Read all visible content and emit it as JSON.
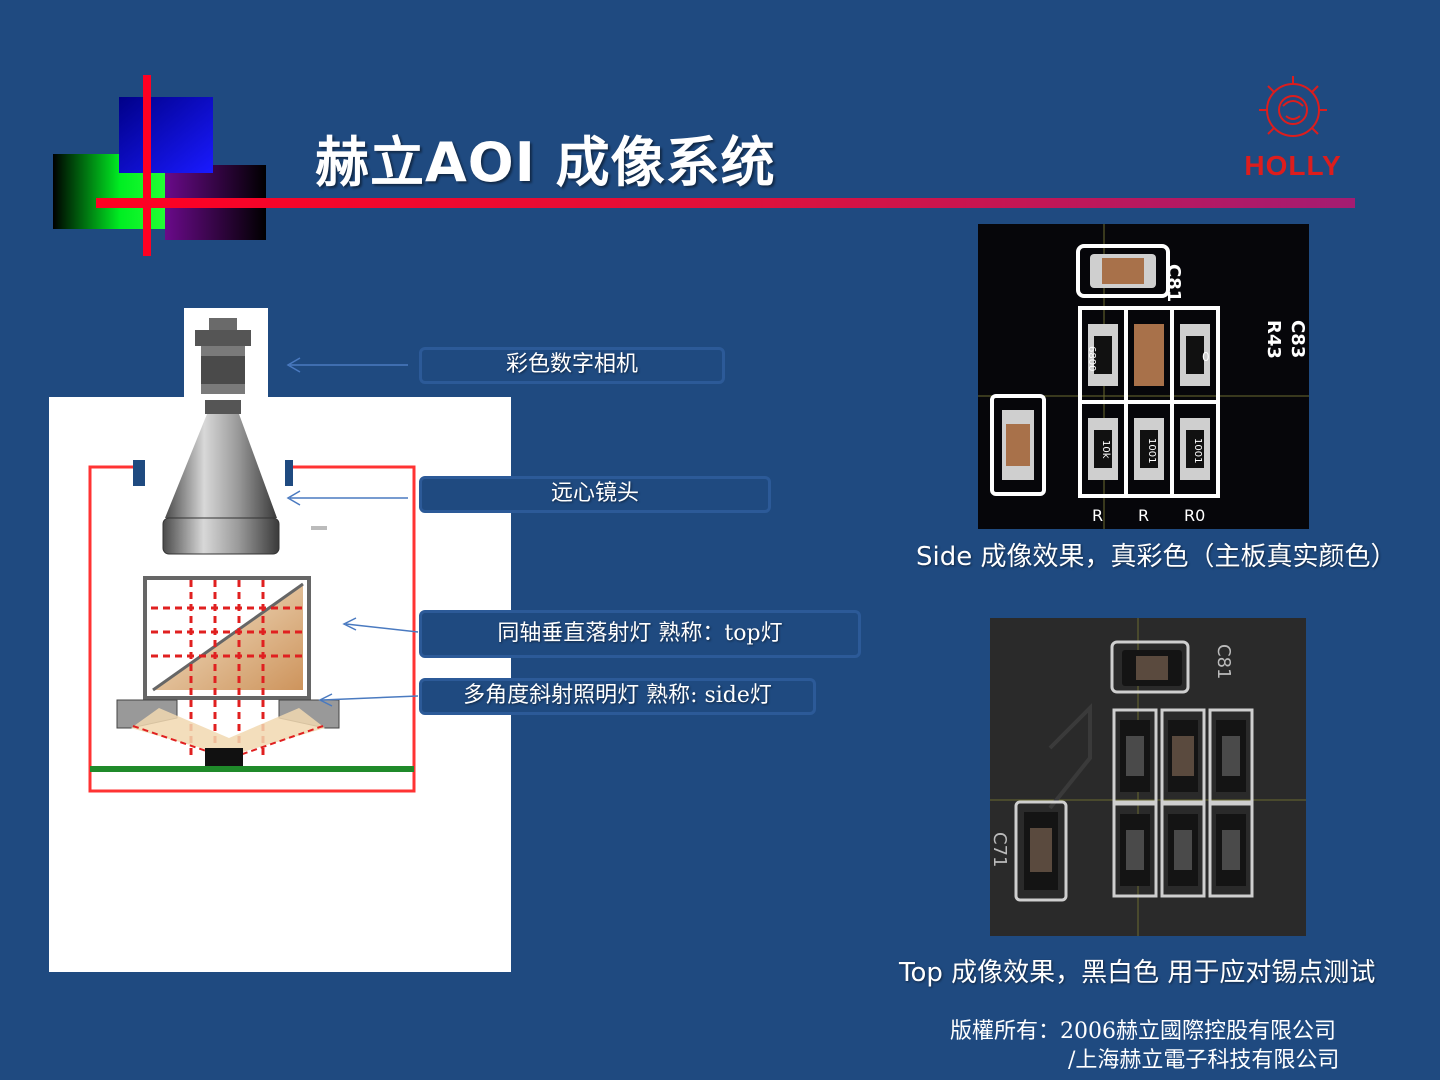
{
  "slide": {
    "title": "赫立AOI 成像系统",
    "logo_text": "HOLLY",
    "labels": {
      "camera": "彩色数字相机",
      "lens": "远心镜头",
      "top_light": "同轴垂直落射灯   熟称：top灯",
      "side_light": "多角度斜射照明灯 熟称: side灯"
    },
    "photos": {
      "side_caption": "Side 成像效果，真彩色（主板真实颜色）",
      "top_caption": "Top  成像效果，黑白色 用于应对锡点测试"
    },
    "pcb_text": {
      "c81": "C81",
      "c83": "C83",
      "r43": "R43",
      "c71": "C71",
      "r0": "R0",
      "r_a": "R",
      "r_b": "R",
      "chip1": "6800",
      "chip2": "0",
      "chip3": "10k",
      "chip4": "1001",
      "chip5": "1001"
    },
    "copyright": {
      "line1": "版權所有：2006赫立國際控股有限公司",
      "line2": "/上海赫立電子科技有限公司"
    },
    "colors": {
      "background": "#1f4a80",
      "accent_red": "#ff0022",
      "logo_red": "#dd1d1d"
    }
  }
}
